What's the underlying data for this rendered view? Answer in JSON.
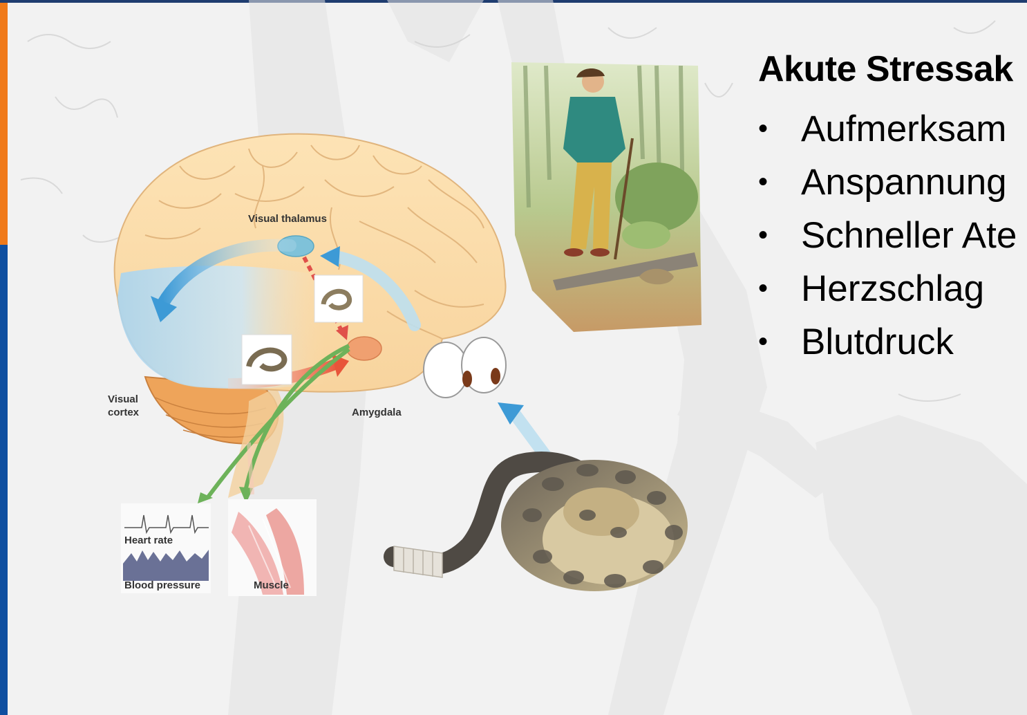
{
  "slide": {
    "title": "Akute Stressak",
    "bullets": [
      "Aufmerksam",
      "Anspannung",
      "Schneller Ate",
      "Herzschlag",
      "Blutdruck"
    ]
  },
  "diagram": {
    "labels": {
      "visual_thalamus": "Visual thalamus",
      "visual_cortex_1": "Visual",
      "visual_cortex_2": "cortex",
      "amygdala": "Amygdala",
      "heart_rate": "Heart rate",
      "blood_pressure": "Blood pressure",
      "muscle": "Muscle"
    }
  },
  "colors": {
    "accent_orange": "#f07a1a",
    "accent_blue": "#0f4fa0",
    "top_bar": "#1f3d70"
  }
}
